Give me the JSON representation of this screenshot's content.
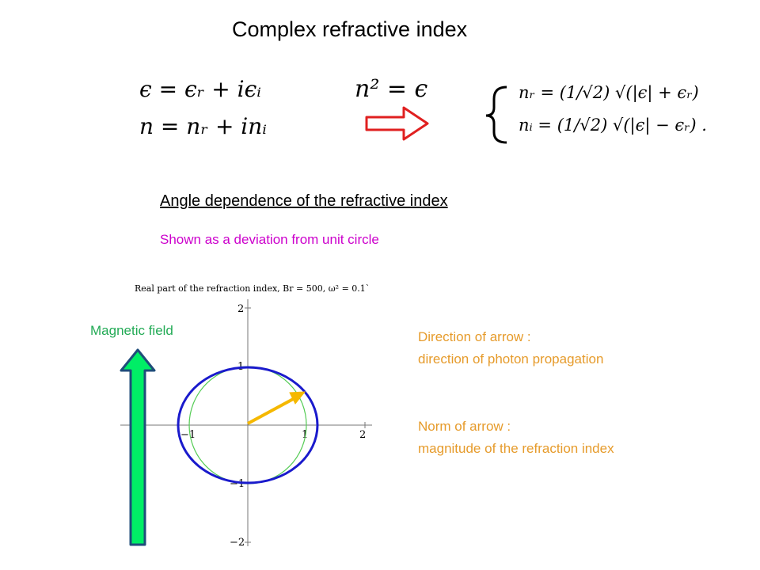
{
  "title": "Complex refractive index",
  "equations": {
    "epsilon": "ϵ  =  ϵᵣ + iϵᵢ",
    "n": "n  =  nᵣ + inᵢ",
    "relation": "n² = ϵ",
    "nr": "nᵣ = (1/√2) √(|ϵ| + ϵᵣ)",
    "ni": "nᵢ = (1/√2) √(|ϵ| − ϵᵣ) ."
  },
  "section_heading": "Angle dependence of the refractive index",
  "subtitle": "Shown as a deviation from unit circle",
  "plot": {
    "title": "Real part of the refraction index, Br = 500, ω² = 0.1`",
    "tick_labels": [
      "−1",
      "1",
      "2",
      "2",
      "1",
      "−1",
      "−2"
    ]
  },
  "magnetic_label": "Magnetic field",
  "notes": {
    "direction_1": "Direction of arrow :",
    "direction_2": "direction of photon propagation",
    "norm_1": "Norm of arrow :",
    "norm_2": "magnitude of the refraction index"
  },
  "colors": {
    "subtitle": "#cc00cc",
    "magnetic": "#22aa55",
    "notes": "#e69b2b",
    "red_arrow": "#e02020",
    "ellipse": "#1a1acc",
    "unit_circle": "#55cc55",
    "green_arrow": "#00ee66",
    "orange_arrow": "#f5b800"
  }
}
